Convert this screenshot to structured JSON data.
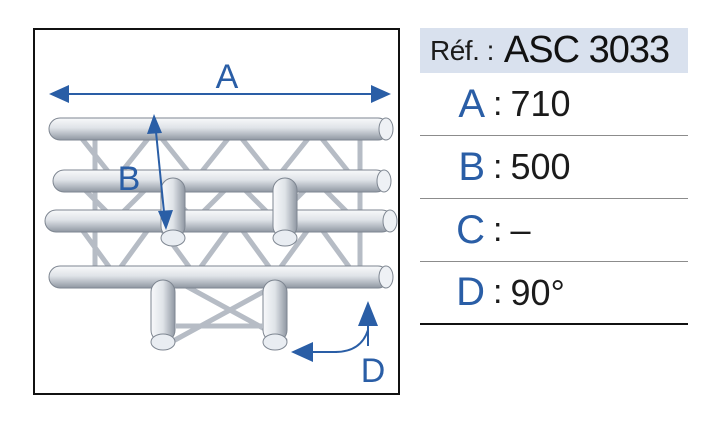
{
  "colors": {
    "accent_blue": "#2a5ea6",
    "header_bg": "#d9e1ee",
    "tube_light": "#f4f6f9",
    "tube_dark": "#8f97a2"
  },
  "diagram": {
    "labels": {
      "a": "A",
      "b": "B",
      "d": "D"
    }
  },
  "spec": {
    "ref_label": "Réf. :",
    "ref_value": "ASC 3033",
    "rows": [
      {
        "letter": "A",
        "sep": ":",
        "value": "710"
      },
      {
        "letter": "B",
        "sep": ":",
        "value": "500"
      },
      {
        "letter": "C",
        "sep": ":",
        "value": "–"
      },
      {
        "letter": "D",
        "sep": ":",
        "value": "90°"
      }
    ]
  }
}
